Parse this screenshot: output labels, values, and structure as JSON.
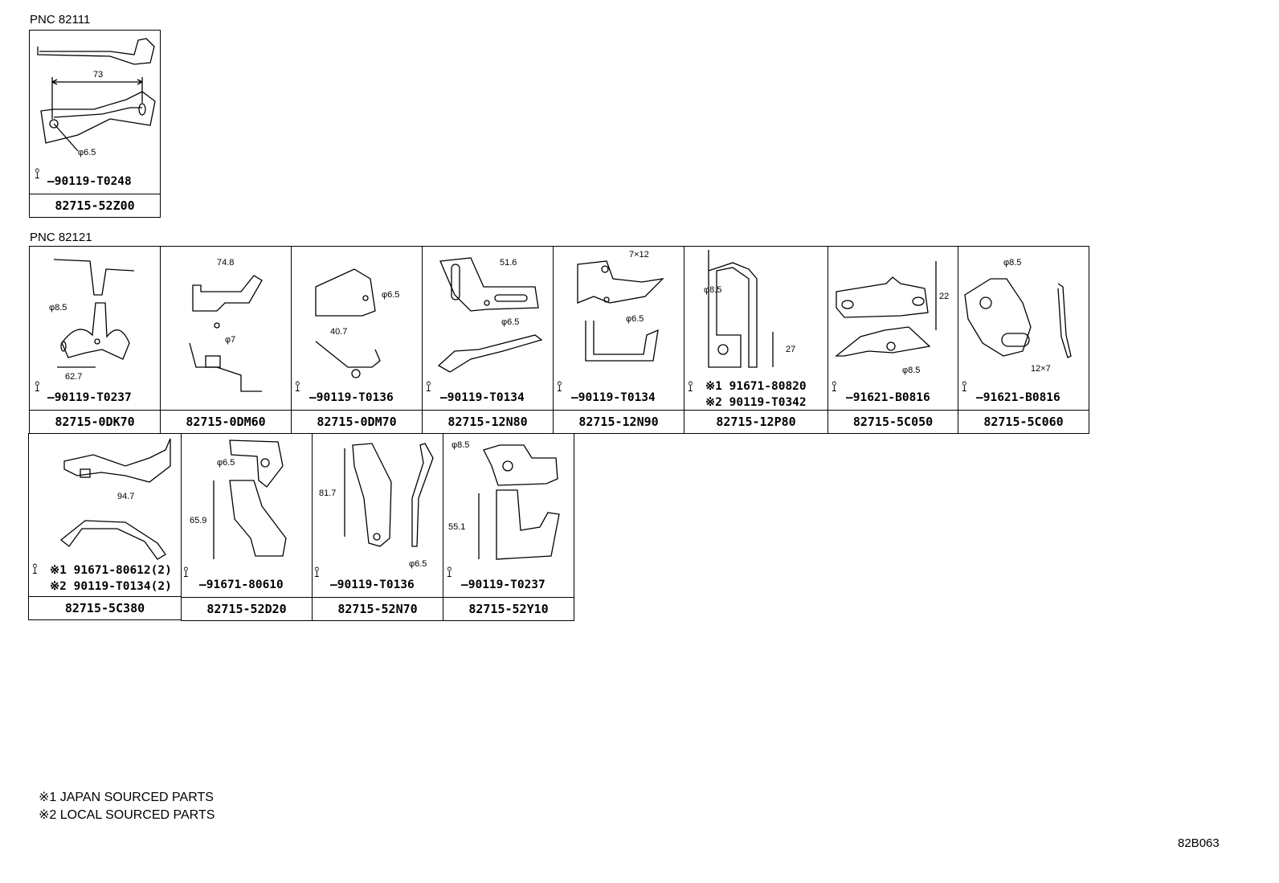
{
  "pnc_82111": "PNC 82111",
  "pnc_82121": "PNC 82121",
  "pnc82111_part": {
    "part": "82715-52Z00",
    "bolt": "90119-T0248",
    "dims": [
      "73",
      "φ6.5"
    ]
  },
  "row1": [
    {
      "part": "82715-0DK70",
      "bolt": "90119-T0237",
      "dims": [
        "φ8.5",
        "62.7"
      ]
    },
    {
      "part": "82715-0DM60",
      "bolt": "",
      "dims": [
        "74.8",
        "φ7"
      ]
    },
    {
      "part": "82715-0DM70",
      "bolt": "90119-T0136",
      "dims": [
        "φ6.5",
        "40.7"
      ]
    },
    {
      "part": "82715-12N80",
      "bolt": "90119-T0134",
      "dims": [
        "51.6",
        "φ6.5"
      ]
    },
    {
      "part": "82715-12N90",
      "bolt": "90119-T0134",
      "dims": [
        "7×12",
        "φ6.5"
      ]
    },
    {
      "part": "82715-12P80",
      "bolt": "",
      "bolt_j": "※1 91671-80820",
      "bolt_l": "※2 90119-T0342",
      "dims": [
        "φ8.5",
        "27"
      ]
    },
    {
      "part": "82715-5C050",
      "bolt": "91621-B0816",
      "dims": [
        "22",
        "φ8.5"
      ]
    },
    {
      "part": "82715-5C060",
      "bolt": "91621-B0816",
      "dims": [
        "φ8.5",
        "12×7"
      ]
    }
  ],
  "row2": [
    {
      "part": "82715-5C380",
      "bolt": "",
      "bolt_j": "※1 91671-80612(2)",
      "bolt_l": "※2 90119-T0134(2)",
      "dims": [
        "94.7"
      ]
    },
    {
      "part": "82715-52D20",
      "bolt": "91671-80610",
      "dims": [
        "φ6.5",
        "65.9"
      ]
    },
    {
      "part": "82715-52N70",
      "bolt": "90119-T0136",
      "dims": [
        "81.7",
        "φ6.5"
      ]
    },
    {
      "part": "82715-52Y10",
      "bolt": "90119-T0237",
      "dims": [
        "φ8.5",
        "55.1"
      ]
    }
  ],
  "notes": [
    "※1 JAPAN SOURCED PARTS",
    "※2 LOCAL SOURCED PARTS"
  ],
  "ref_code": "82B063"
}
